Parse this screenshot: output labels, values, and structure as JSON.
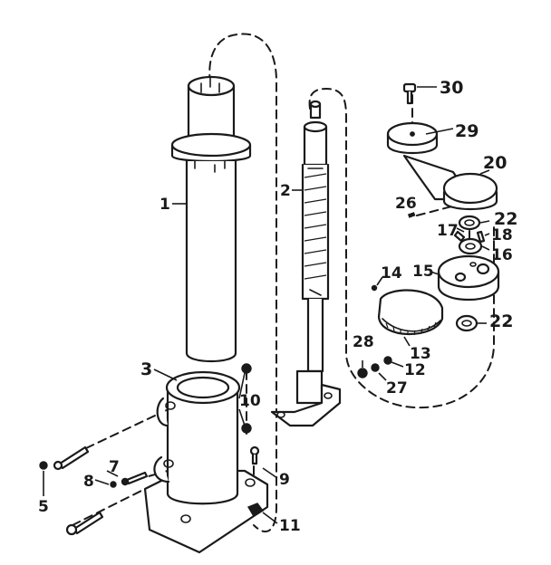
{
  "callouts": {
    "c1": "1",
    "c2": "2",
    "c3": "3",
    "c5": "5",
    "c7": "7",
    "c8": "8",
    "c9": "9",
    "c10": "10",
    "c11": "11",
    "c12": "12",
    "c13": "13",
    "c14": "14",
    "c15": "15",
    "c16": "16",
    "c17": "17",
    "c18": "18",
    "c20": "20",
    "c22a": "22",
    "c22b": "22",
    "c26": "26",
    "c27": "27",
    "c28": "28",
    "c29": "29",
    "c30": "30"
  },
  "colors": {
    "ink": "#1a1a1a",
    "paper": "#ffffff"
  }
}
